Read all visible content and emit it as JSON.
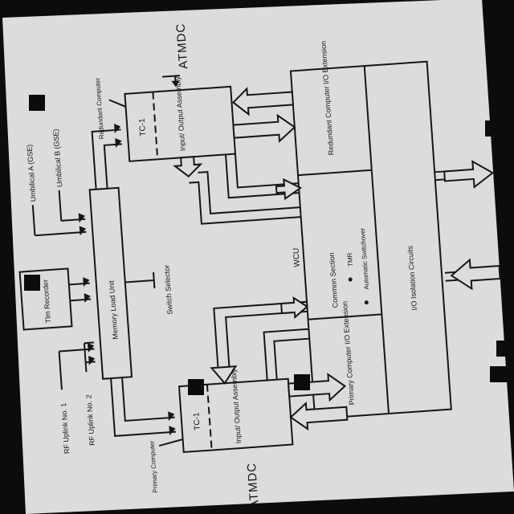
{
  "labels": {
    "atmdc_top": "ATMDC",
    "atmdc_bottom": "ATMDC",
    "redundant_computer": "Redundant Computer",
    "primary_computer": "Primary Computer",
    "tc1_top": "TC-1",
    "tc1_bottom": "TC-1",
    "ioa_top": "Input/ Output Assembly",
    "ioa_bottom": "Input/ Output Assembly",
    "umbilical_a": "Umbilical A (GSE)",
    "umbilical_b": "Umbilical B (GSE)",
    "tlm_recorder": "Tlm Recorder",
    "memory_load_unit": "Memory Load Unit",
    "switch_selector": "Switch Selector",
    "rf_uplink_1": "RF Uplink No. 1",
    "rf_uplink_2": "RF Uplink No. 2",
    "wcu": "WCU",
    "redundant_io_ext": "Redundant Computer I/O Extension",
    "common_section": "Common Section",
    "tmr": "TMR",
    "auto_switchover": "Automatic Switchover",
    "primary_io_ext": "Primary Computer I/O Extension",
    "io_isolation": "I/O Isolation Circuits"
  },
  "colors": {
    "paper": "#dcdcdc",
    "ink": "#161616",
    "background": "#0c0c0c"
  }
}
